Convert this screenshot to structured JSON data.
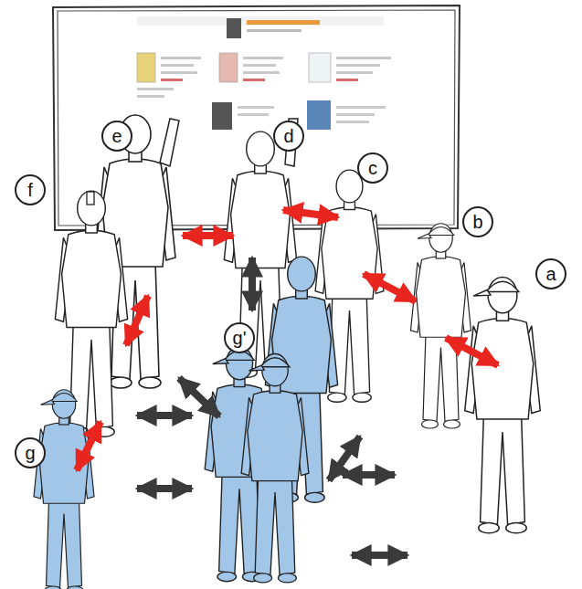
{
  "diagram": {
    "nodes": [
      {
        "text": [
          "e"
        ]
      },
      {
        "text": [
          "d"
        ]
      },
      {
        "text": [
          "c"
        ]
      },
      {
        "text": [
          "f"
        ]
      },
      {
        "text": [
          "b"
        ]
      },
      {
        "text": [
          "a"
        ]
      },
      {
        "text": [
          "g'"
        ]
      },
      {
        "text": [
          "g"
        ]
      }
    ]
  }
}
